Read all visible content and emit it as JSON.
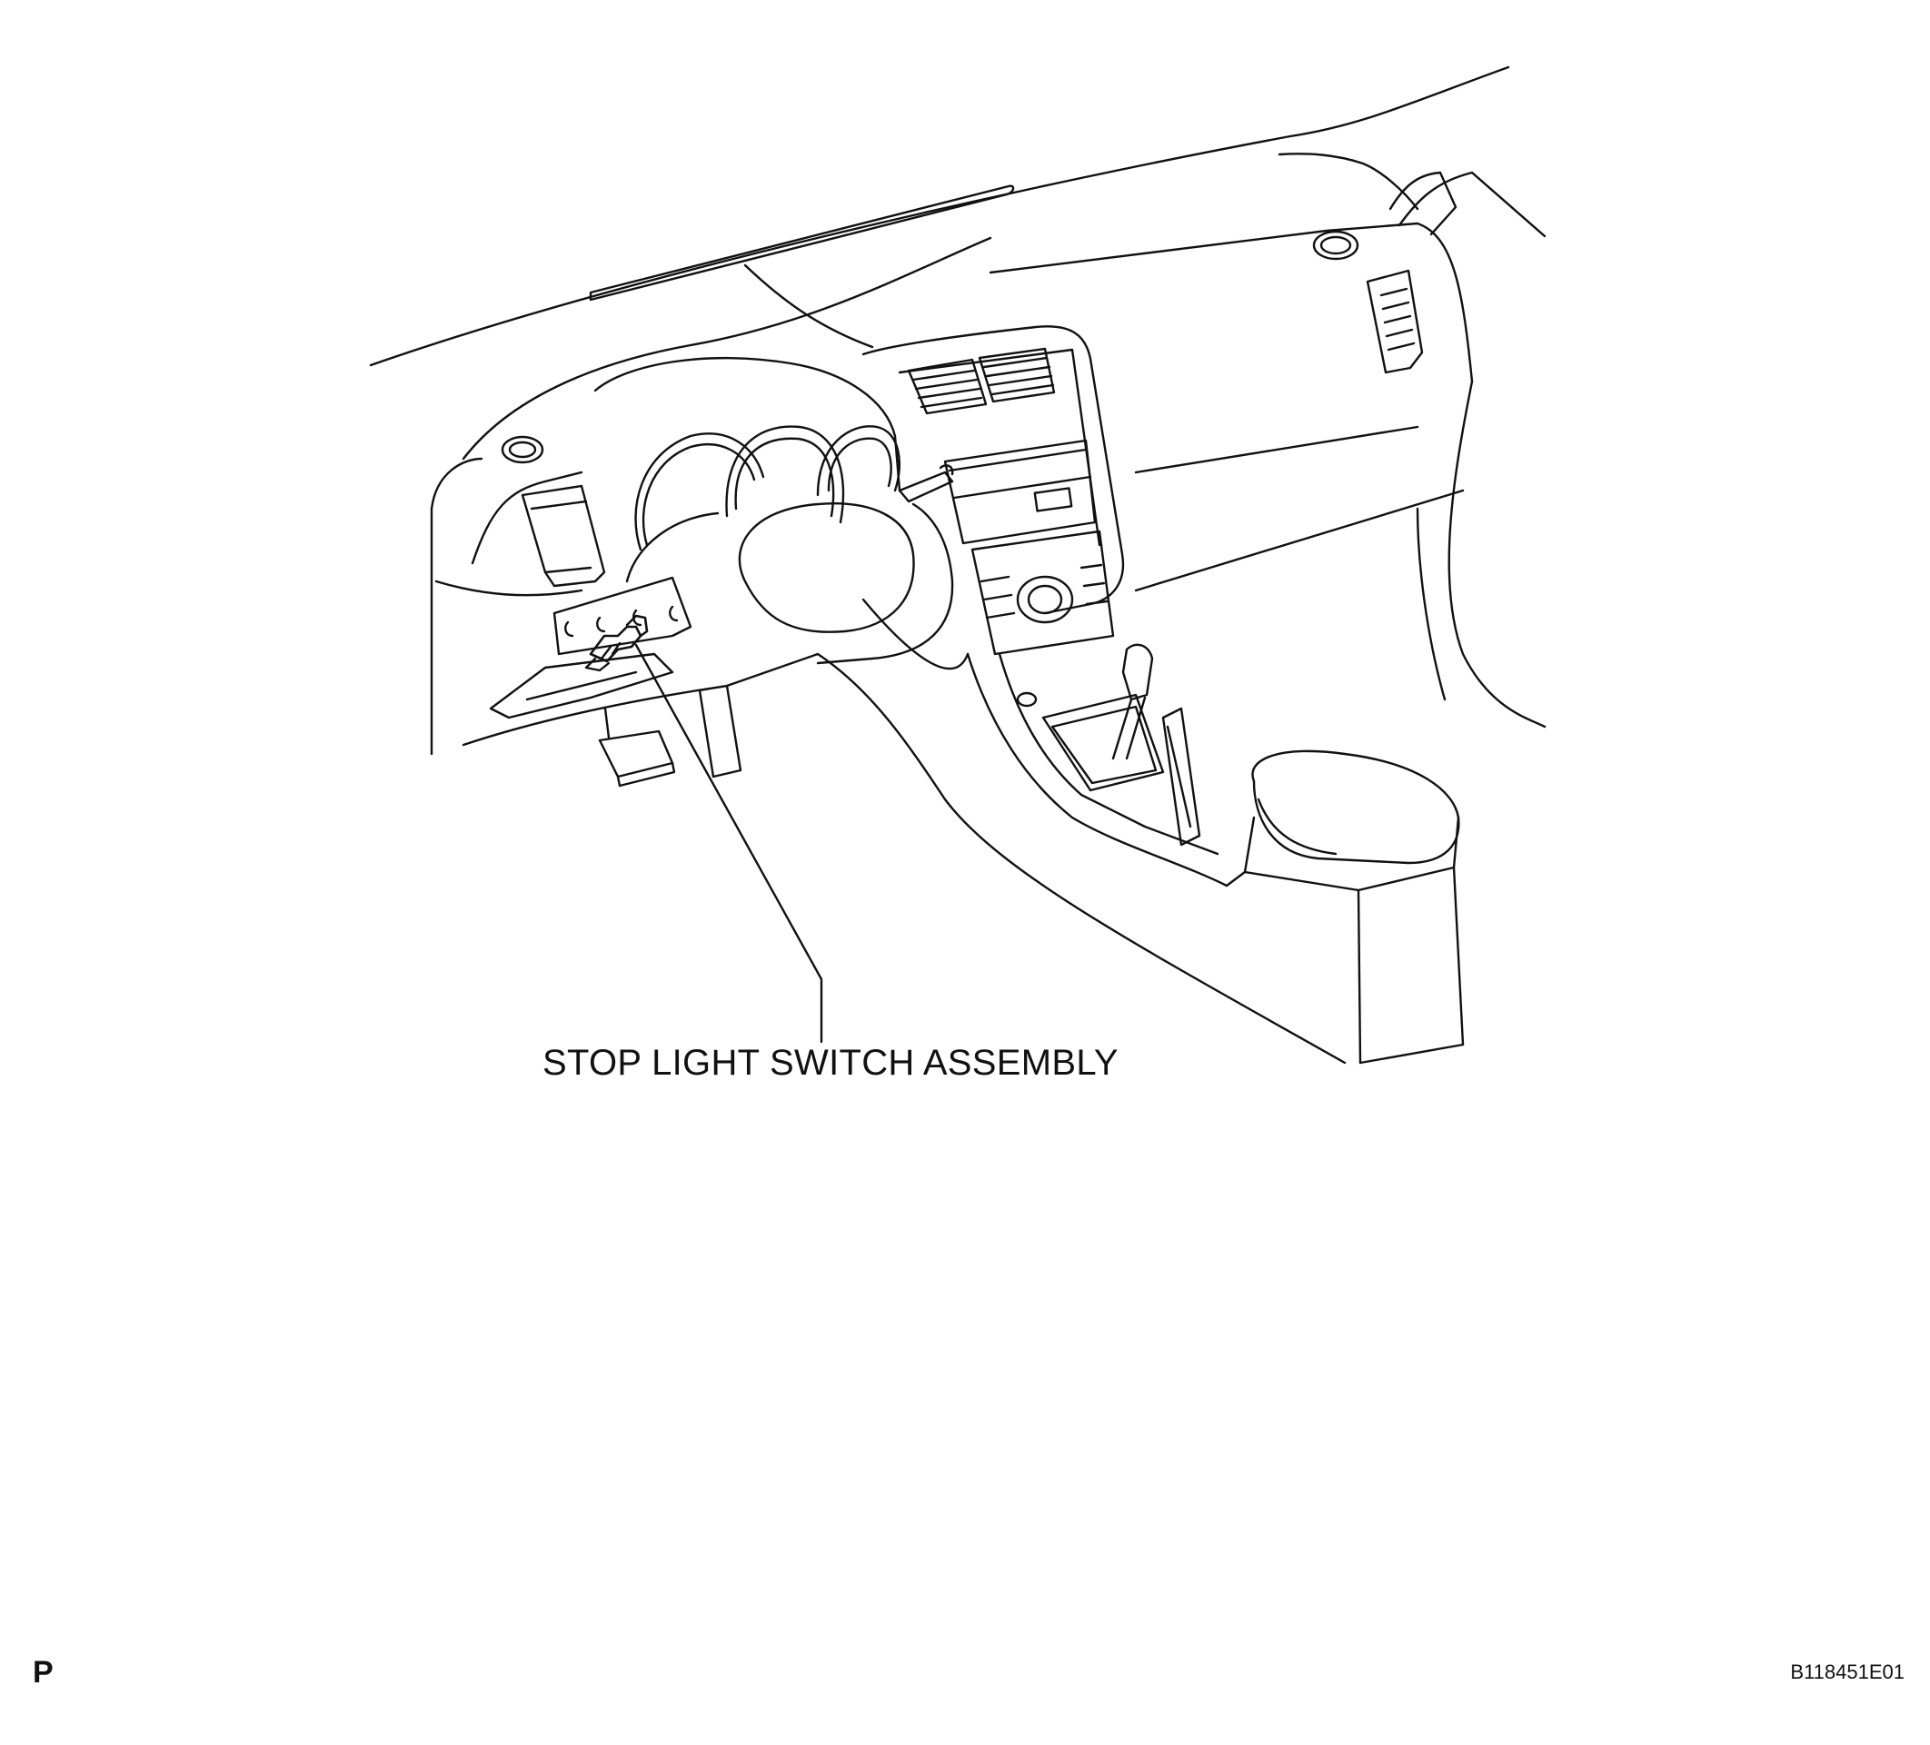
{
  "callout": {
    "label": "STOP LIGHT SWITCH ASSEMBLY"
  },
  "footer": {
    "page_mark": "P",
    "figure_id": "B118451E01"
  }
}
